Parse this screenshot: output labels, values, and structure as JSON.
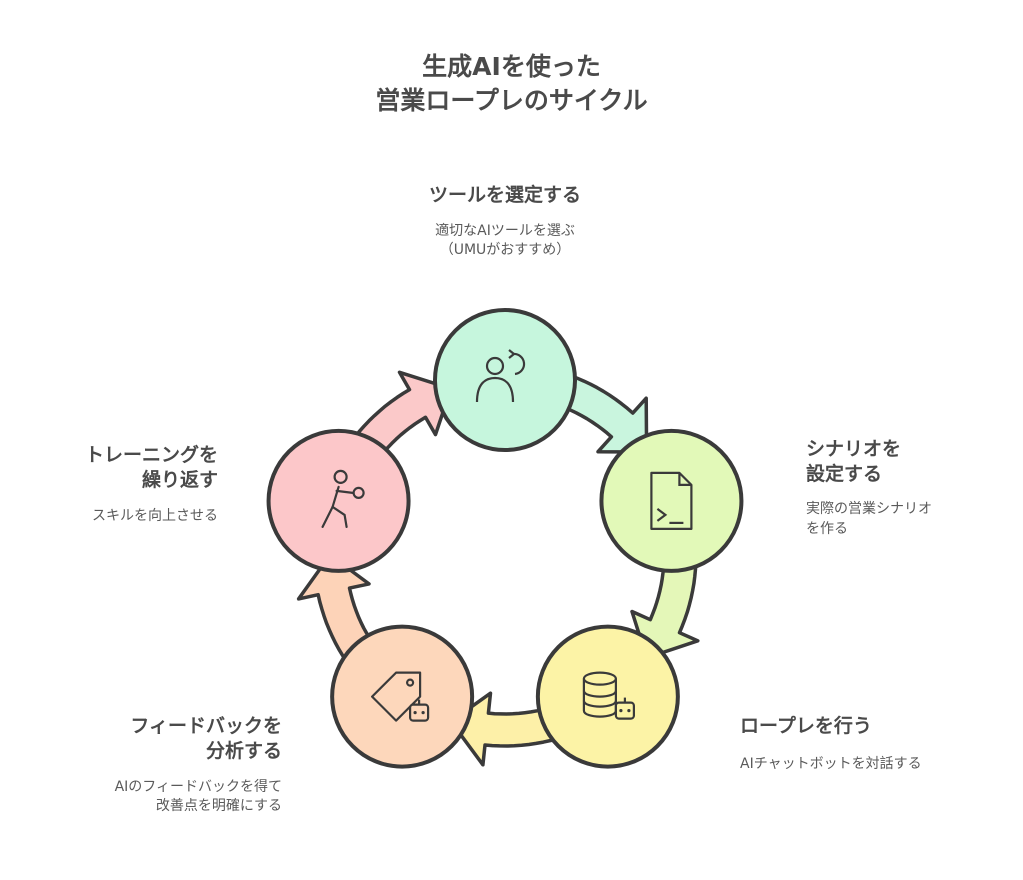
{
  "title": {
    "line1": "生成AIを使った",
    "line2": "営業ロープレのサイクル"
  },
  "colors": {
    "stroke": "#3a3a3a",
    "arrow_fill": [
      "#c9f5de",
      "#e4f7b8",
      "#fdf0a8",
      "#fdd3b8",
      "#fbc9c9"
    ]
  },
  "steps": [
    {
      "id": "select-tool",
      "heading_lines": [
        "ツールを選定する"
      ],
      "desc_lines": [
        "適切なAIツールを選ぶ",
        "（UMUがおすすめ）"
      ],
      "icon": "person-rotate-icon",
      "fill": "#c6f6dd"
    },
    {
      "id": "set-scenario",
      "heading_lines": [
        "シナリオを",
        "設定する"
      ],
      "desc_lines": [
        "実際の営業シナリオ",
        "を作る"
      ],
      "icon": "script-file-icon",
      "fill": "#e2f9b8"
    },
    {
      "id": "roleplay",
      "heading_lines": [
        "ロープレを行う"
      ],
      "desc_lines": [
        "AIチャットボットを対話する"
      ],
      "icon": "database-bot-icon",
      "fill": "#fcf3a6"
    },
    {
      "id": "analyze-feedback",
      "heading_lines": [
        "フィードバックを",
        "分析する"
      ],
      "desc_lines": [
        "AIのフィードバックを得て",
        "改善点を明確にする"
      ],
      "icon": "tag-bot-icon",
      "fill": "#fdd7bb"
    },
    {
      "id": "repeat-training",
      "heading_lines": [
        "トレーニングを",
        "繰り返す"
      ],
      "desc_lines": [
        "スキルを向上させる"
      ],
      "icon": "training-person-icon",
      "fill": "#fcc7c9"
    }
  ]
}
